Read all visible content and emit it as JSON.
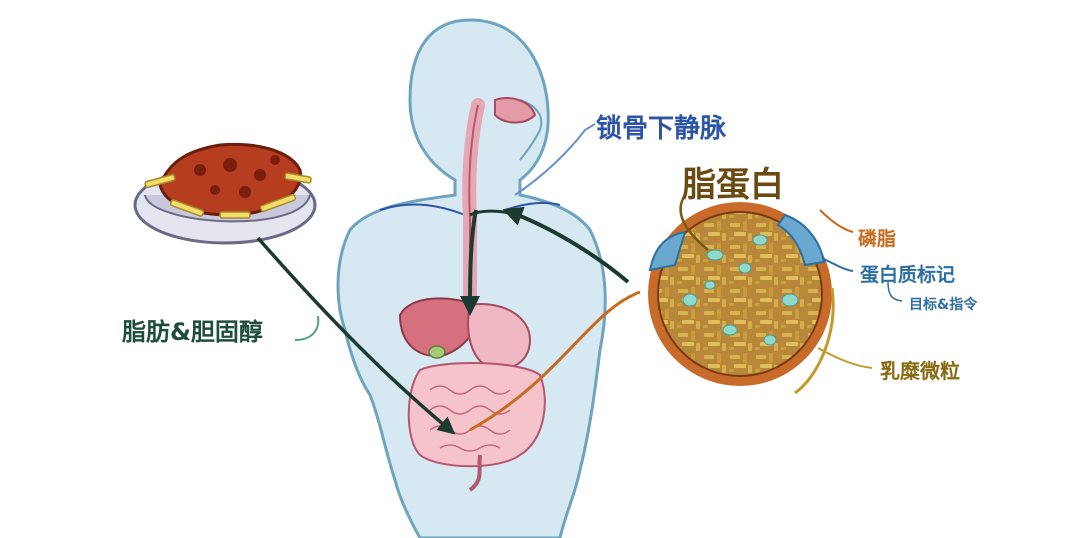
{
  "labels": {
    "subclavian_vein": "锁骨下静脉",
    "lipoprotein": "脂蛋白",
    "phospholipid": "磷脂",
    "protein_marker": "蛋白质标记",
    "target_instruction": "目标&指令",
    "chylomicron": "乳糜微粒",
    "fat_cholesterol": "脂肪&胆固醇"
  },
  "colors": {
    "subclavian_vein": "#2d55a6",
    "lipoprotein": "#6b4a12",
    "phospholipid": "#c96b1f",
    "protein_marker": "#2d6fa0",
    "target_instruction": "#2d6fa0",
    "chylomicron": "#8a6a10",
    "fat_cholesterol": "#1f4f3a"
  },
  "icons": {
    "body": "human-torso-icon",
    "food": "fried-food-plate-icon",
    "particle": "lipoprotein-particle-icon"
  }
}
